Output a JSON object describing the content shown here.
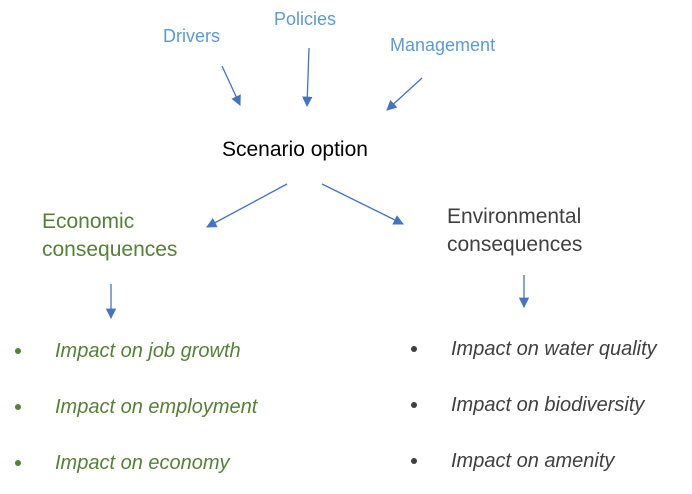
{
  "inputs": {
    "drivers": "Drivers",
    "policies": "Policies",
    "management": "Management"
  },
  "scenario": "Scenario option",
  "economic": {
    "title": "Economic\nconsequences",
    "items": [
      "Impact on job growth",
      "Impact on employment",
      "Impact on economy"
    ]
  },
  "environmental": {
    "title": "Environmental\nconsequences",
    "items": [
      "Impact on water quality",
      "Impact on biodiversity",
      "Impact on amenity"
    ]
  },
  "colors": {
    "input_text": "#5b9bd5",
    "arrow": "#4472c4",
    "economic": "#548235",
    "environmental": "#404040"
  }
}
